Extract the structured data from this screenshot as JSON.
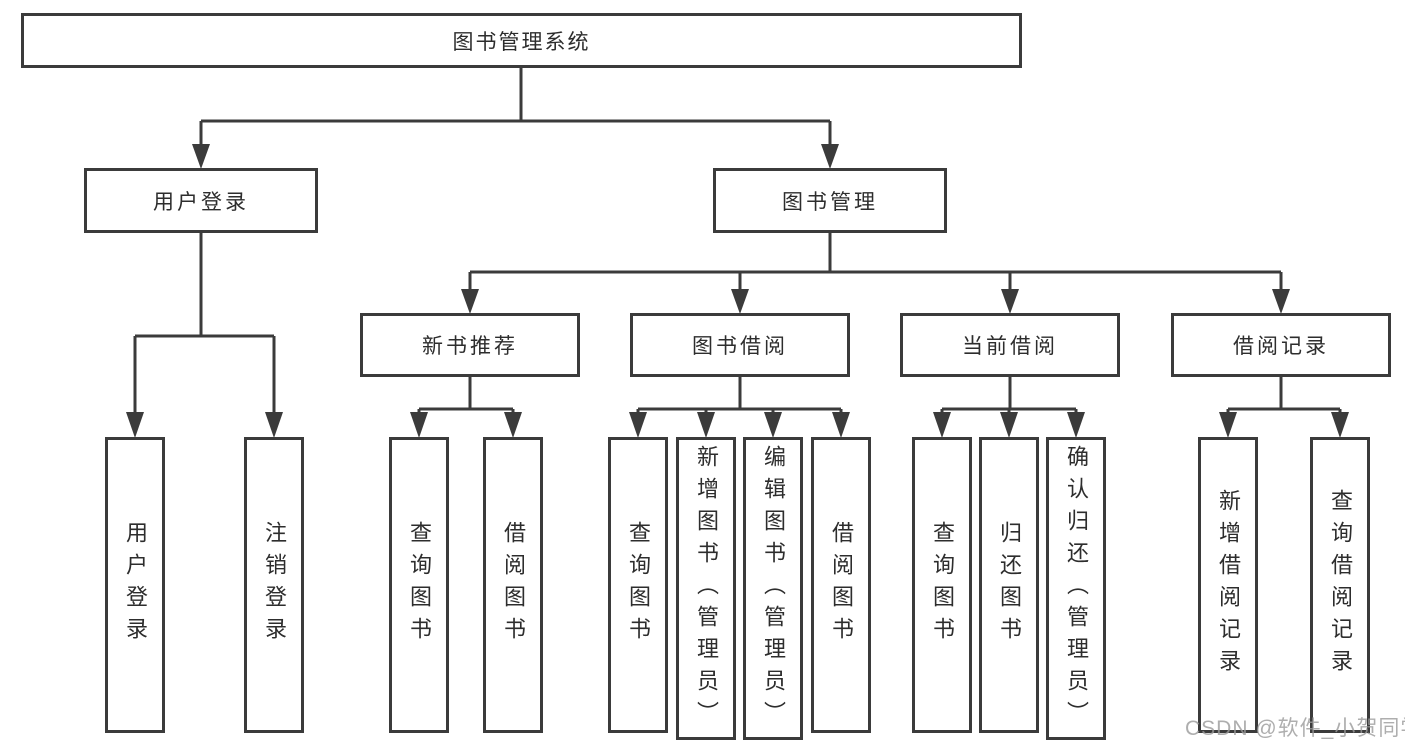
{
  "diagram": {
    "type": "tree",
    "root": {
      "label": "图书管理系统"
    },
    "branches": [
      {
        "label": "用户登录",
        "children": [
          {
            "label": "用户登录"
          },
          {
            "label": "注销登录"
          }
        ]
      },
      {
        "label": "图书管理",
        "children": [
          {
            "label": "新书推荐",
            "children": [
              {
                "label": "查询图书"
              },
              {
                "label": "借阅图书"
              }
            ]
          },
          {
            "label": "图书借阅",
            "children": [
              {
                "label": "查询图书"
              },
              {
                "label": "新增图书（管理员）"
              },
              {
                "label": "编辑图书（管理员）"
              },
              {
                "label": "借阅图书"
              }
            ]
          },
          {
            "label": "当前借阅",
            "children": [
              {
                "label": "查询图书"
              },
              {
                "label": "归还图书"
              },
              {
                "label": "确认归还（管理员）"
              }
            ]
          },
          {
            "label": "借阅记录",
            "children": [
              {
                "label": "新增借阅记录"
              },
              {
                "label": "查询借阅记录"
              }
            ]
          }
        ]
      }
    ]
  },
  "watermark": "CSDN @软件_小贺同学",
  "colors": {
    "line": "#3b3b3b",
    "text": "#2d2d2d",
    "watermark": "#9a9a9a",
    "background": "#ffffff"
  }
}
